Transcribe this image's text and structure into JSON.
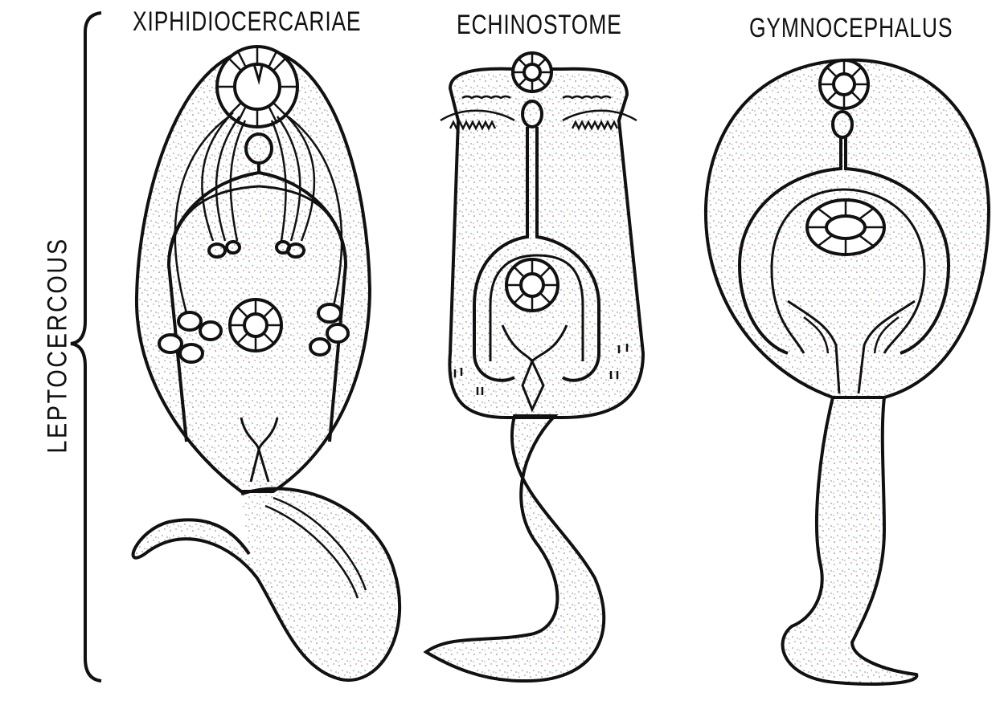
{
  "figure": {
    "group_label": "LEPTOCERCOUS",
    "specimens": [
      {
        "label": "XIPHIDIOCERCARIAE"
      },
      {
        "label": "ECHINOSTOME"
      },
      {
        "label": "GYMNOCEPHALUS"
      }
    ]
  },
  "colors": {
    "ink": "#111111",
    "background": "#ffffff",
    "stipple": [
      "#6a6a6a",
      "#c05a5a",
      "#5a9a5a",
      "#6a6ac0"
    ]
  }
}
